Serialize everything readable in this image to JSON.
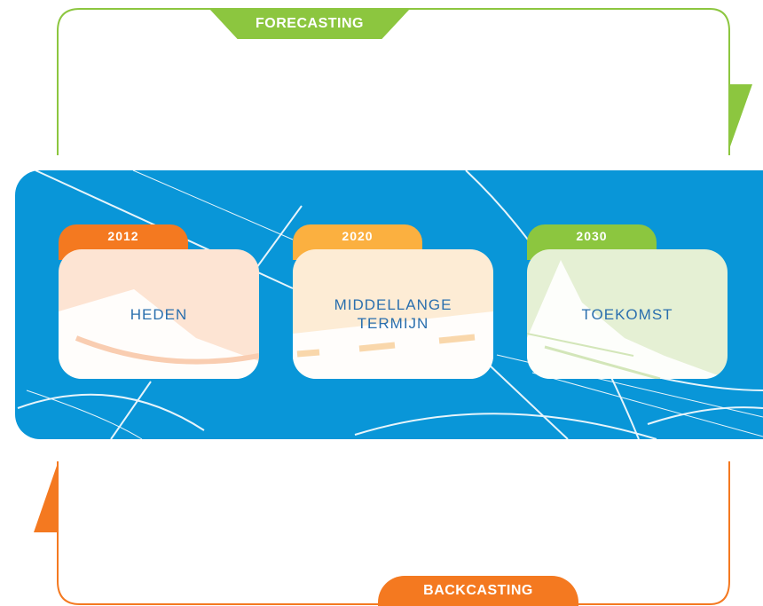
{
  "top_tag": "FORECASTING",
  "bottom_tag": "BACKCASTING",
  "colors": {
    "green": "#8cc63f",
    "orange": "#f47920",
    "light_orange": "#fbb040",
    "blue": "#0996d8",
    "text_blue": "#2a6fae"
  },
  "stages": [
    {
      "year": "2012",
      "label_lines": [
        "HEDEN"
      ],
      "tab_color": "#f47920",
      "card_color": "#fde4d3"
    },
    {
      "year": "2020",
      "label_lines": [
        "MIDDELLANGE",
        "TERMIJN"
      ],
      "tab_color": "#fbb040",
      "card_color": "#fdecd5"
    },
    {
      "year": "2030",
      "label_lines": [
        "TOEKOMST"
      ],
      "tab_color": "#8cc63f",
      "card_color": "#e5f0d4"
    }
  ]
}
